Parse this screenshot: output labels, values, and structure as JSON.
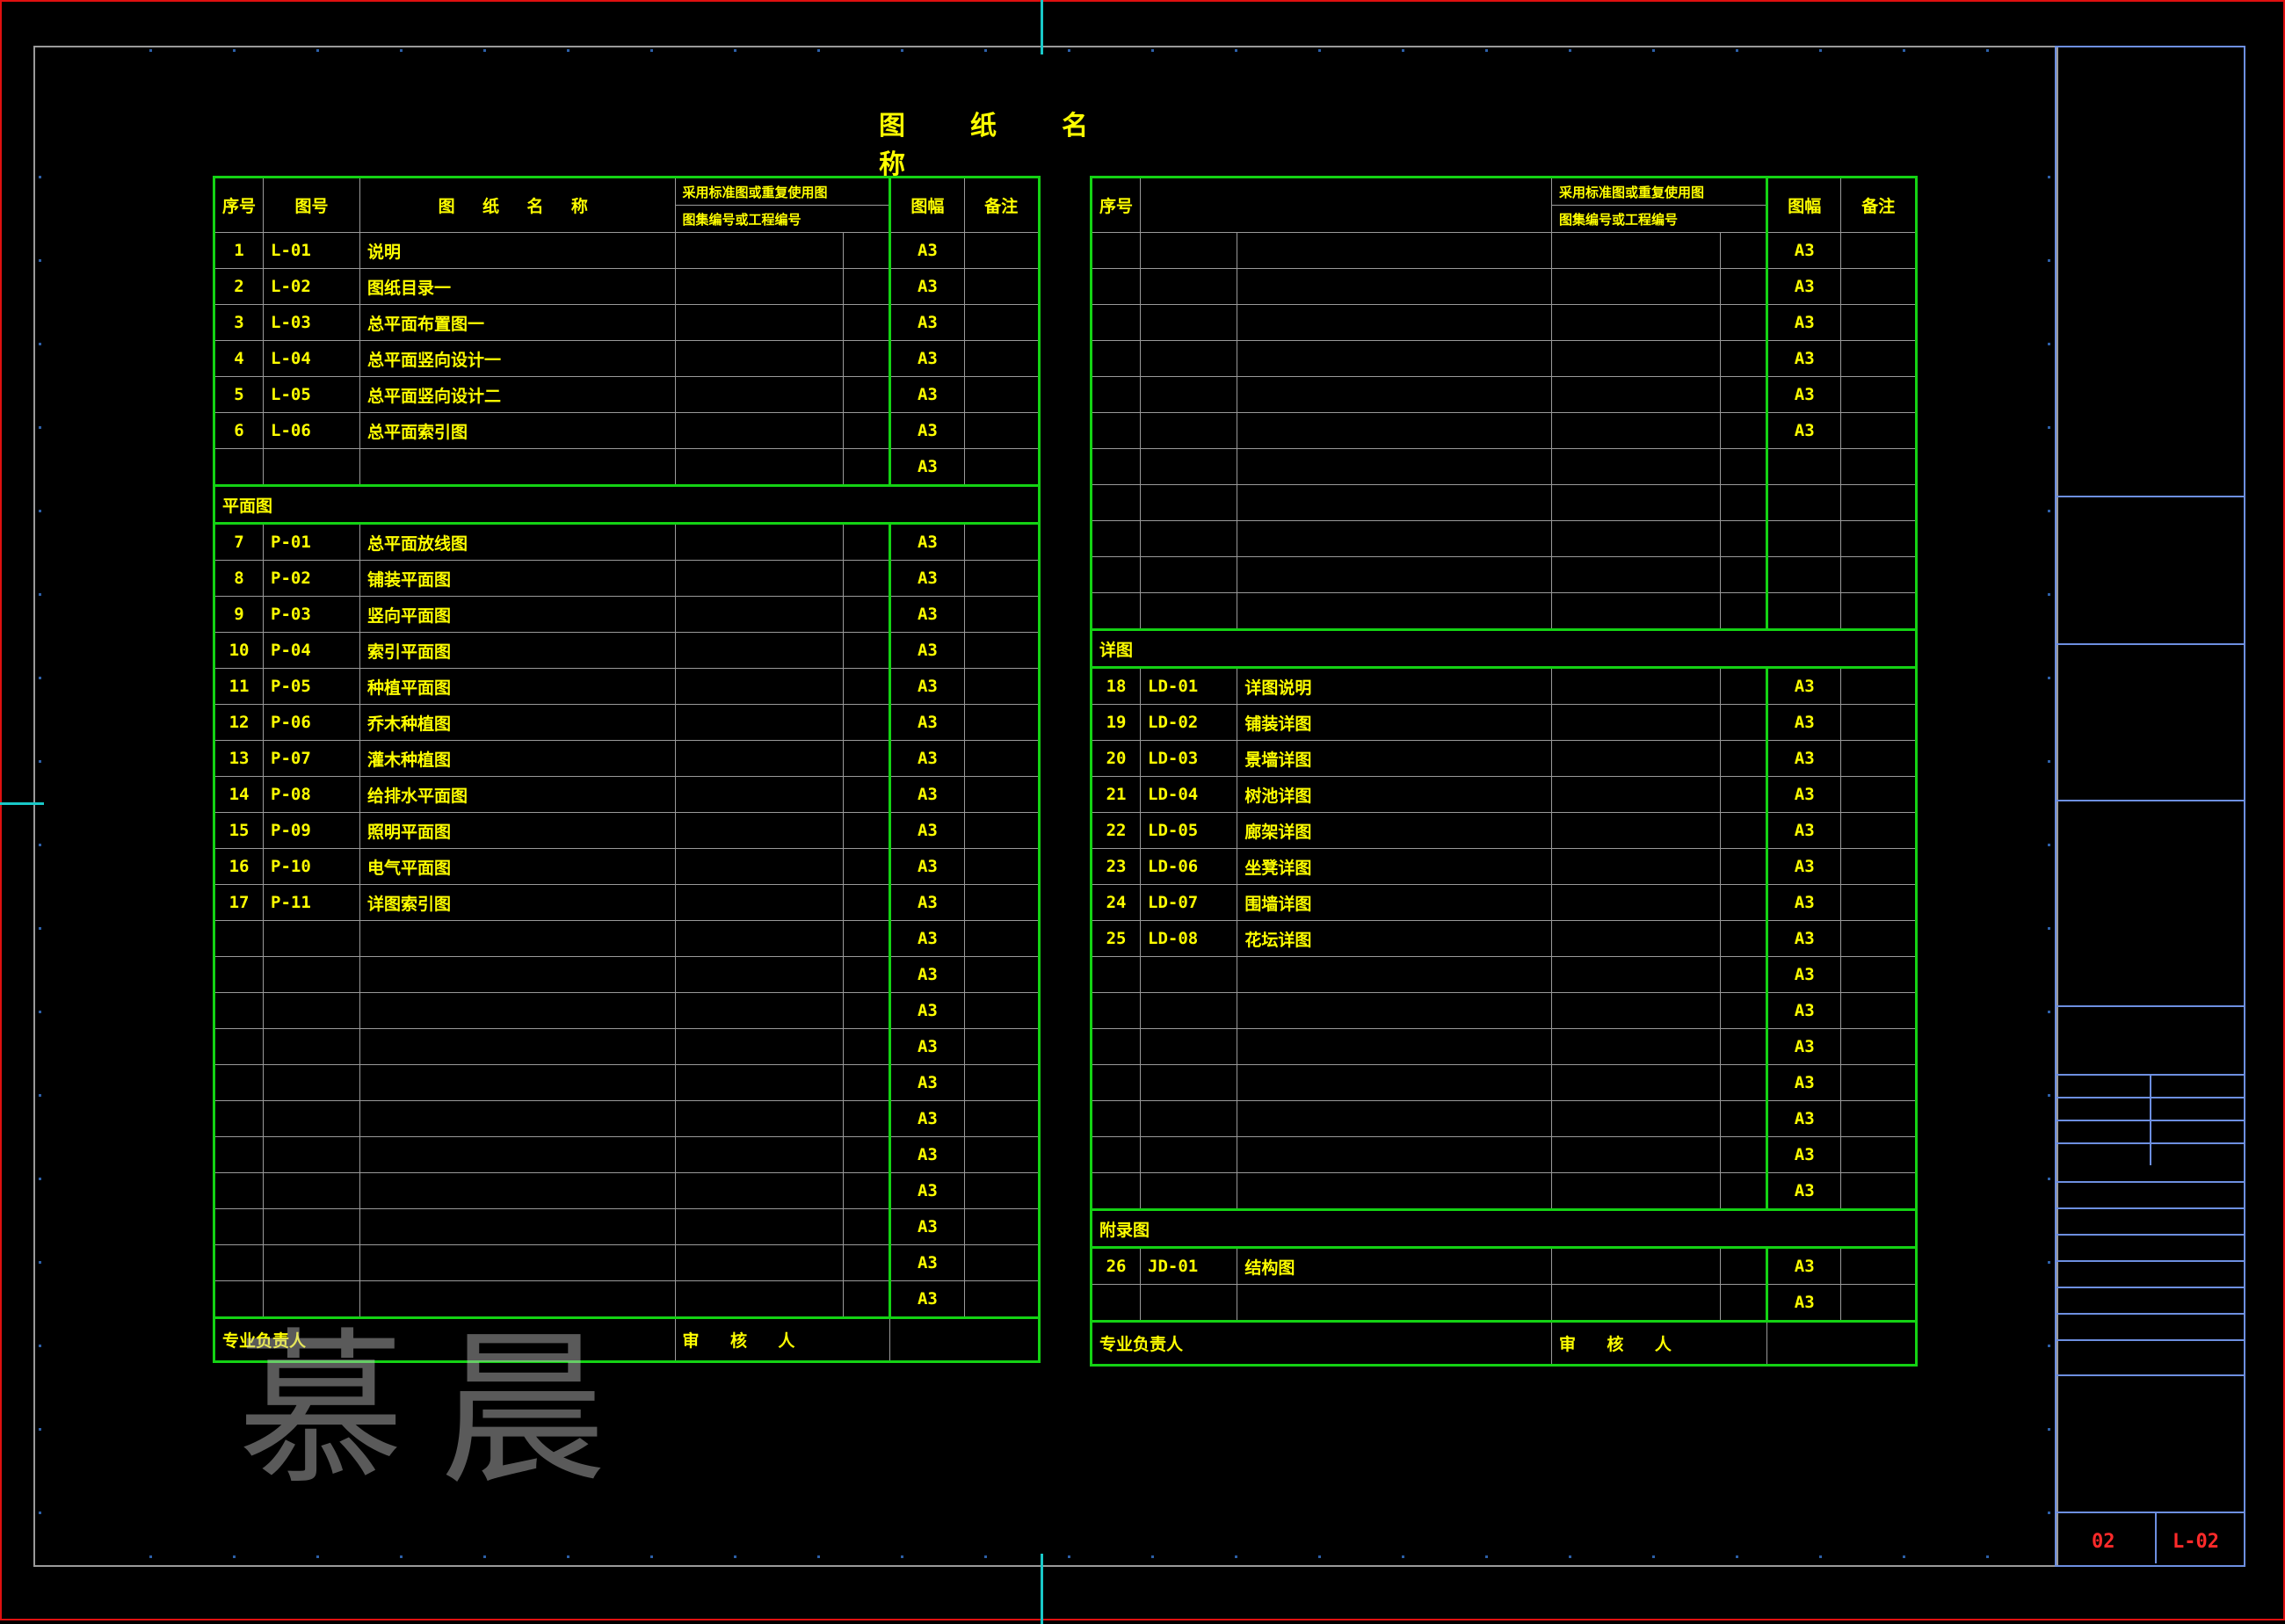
{
  "title": "图 纸 名 称",
  "left_table": {
    "headers": {
      "no": "序号",
      "drawing_no": "图号",
      "name": "图 纸 名 称",
      "sub1": "采用标准图或重复使用图",
      "sub2": "图集编号或工程编号",
      "size": "图幅",
      "note": "备注"
    },
    "rows_a": [
      {
        "no": "1",
        "drawing_no": "L-01",
        "name": "说明",
        "size": "A3"
      },
      {
        "no": "2",
        "drawing_no": "L-02",
        "name": "图纸目录一",
        "size": "A3"
      },
      {
        "no": "3",
        "drawing_no": "L-03",
        "name": "总平面布置图一",
        "size": "A3"
      },
      {
        "no": "4",
        "drawing_no": "L-04",
        "name": "总平面竖向设计一",
        "size": "A3"
      },
      {
        "no": "5",
        "drawing_no": "L-05",
        "name": "总平面竖向设计二",
        "size": "A3"
      },
      {
        "no": "6",
        "drawing_no": "L-06",
        "name": "总平面索引图",
        "size": "A3"
      },
      {
        "no": "",
        "drawing_no": "",
        "name": "",
        "size": "A3"
      }
    ],
    "section_b": "平面图",
    "rows_b": [
      {
        "no": "7",
        "drawing_no": "P-01",
        "name": "总平面放线图",
        "size": "A3"
      },
      {
        "no": "8",
        "drawing_no": "P-02",
        "name": "铺装平面图",
        "size": "A3"
      },
      {
        "no": "9",
        "drawing_no": "P-03",
        "name": "竖向平面图",
        "size": "A3"
      },
      {
        "no": "10",
        "drawing_no": "P-04",
        "name": "索引平面图",
        "size": "A3"
      },
      {
        "no": "11",
        "drawing_no": "P-05",
        "name": "种植平面图",
        "size": "A3"
      },
      {
        "no": "12",
        "drawing_no": "P-06",
        "name": "乔木种植图",
        "size": "A3"
      },
      {
        "no": "13",
        "drawing_no": "P-07",
        "name": "灌木种植图",
        "size": "A3"
      },
      {
        "no": "14",
        "drawing_no": "P-08",
        "name": "给排水平面图",
        "size": "A3"
      },
      {
        "no": "15",
        "drawing_no": "P-09",
        "name": "照明平面图",
        "size": "A3"
      },
      {
        "no": "16",
        "drawing_no": "P-10",
        "name": "电气平面图",
        "size": "A3"
      },
      {
        "no": "17",
        "drawing_no": "P-11",
        "name": "详图索引图",
        "size": "A3"
      },
      {
        "no": "",
        "drawing_no": "",
        "name": "",
        "size": "A3"
      },
      {
        "no": "",
        "drawing_no": "",
        "name": "",
        "size": "A3"
      },
      {
        "no": "",
        "drawing_no": "",
        "name": "",
        "size": "A3"
      },
      {
        "no": "",
        "drawing_no": "",
        "name": "",
        "size": "A3"
      },
      {
        "no": "",
        "drawing_no": "",
        "name": "",
        "size": "A3"
      },
      {
        "no": "",
        "drawing_no": "",
        "name": "",
        "size": "A3"
      },
      {
        "no": "",
        "drawing_no": "",
        "name": "",
        "size": "A3"
      },
      {
        "no": "",
        "drawing_no": "",
        "name": "",
        "size": "A3"
      },
      {
        "no": "",
        "drawing_no": "",
        "name": "",
        "size": "A3"
      },
      {
        "no": "",
        "drawing_no": "",
        "name": "",
        "size": "A3"
      },
      {
        "no": "",
        "drawing_no": "",
        "name": "",
        "size": "A3"
      }
    ],
    "footer": {
      "left": "专业负责人",
      "mid": "审 核 人"
    }
  },
  "right_table": {
    "headers": {
      "no": "序号",
      "sub1": "采用标准图或重复使用图",
      "sub2": "图集编号或工程编号",
      "size": "图幅",
      "note": "备注"
    },
    "rows_a": [
      {
        "size": "A3"
      },
      {
        "size": "A3"
      },
      {
        "size": "A3"
      },
      {
        "size": "A3"
      },
      {
        "size": "A3"
      },
      {
        "size": "A3"
      },
      {
        "size": ""
      },
      {
        "size": ""
      },
      {
        "size": ""
      },
      {
        "size": ""
      },
      {
        "size": ""
      }
    ],
    "section_b": "详图",
    "rows_b": [
      {
        "no": "18",
        "drawing_no": "LD-01",
        "name": "详图说明",
        "size": "A3"
      },
      {
        "no": "19",
        "drawing_no": "LD-02",
        "name": "铺装详图",
        "size": "A3"
      },
      {
        "no": "20",
        "drawing_no": "LD-03",
        "name": "景墙详图",
        "size": "A3"
      },
      {
        "no": "21",
        "drawing_no": "LD-04",
        "name": "树池详图",
        "size": "A3"
      },
      {
        "no": "22",
        "drawing_no": "LD-05",
        "name": "廊架详图",
        "size": "A3"
      },
      {
        "no": "23",
        "drawing_no": "LD-06",
        "name": "坐凳详图",
        "size": "A3"
      },
      {
        "no": "24",
        "drawing_no": "LD-07",
        "name": "围墙详图",
        "size": "A3"
      },
      {
        "no": "25",
        "drawing_no": "LD-08",
        "name": "花坛详图",
        "size": "A3"
      },
      {
        "size": "A3"
      },
      {
        "size": "A3"
      },
      {
        "size": "A3"
      },
      {
        "size": "A3"
      },
      {
        "size": "A3"
      },
      {
        "size": "A3"
      },
      {
        "size": "A3"
      }
    ],
    "section_c": "附录图",
    "rows_c": [
      {
        "no": "26",
        "drawing_no": "JD-01",
        "name": "结构图",
        "size": "A3"
      },
      {
        "no": "",
        "drawing_no": "",
        "name": "",
        "size": "A3"
      }
    ],
    "footer": {
      "left": "专业负责人",
      "mid": "审 核 人"
    }
  },
  "title_block": {
    "sheet_code": "02",
    "drawing_no": "L-02",
    "colors": {
      "frame": "#6d8fe0",
      "accent": "#ff2a2a"
    }
  },
  "watermark": "慕晨"
}
